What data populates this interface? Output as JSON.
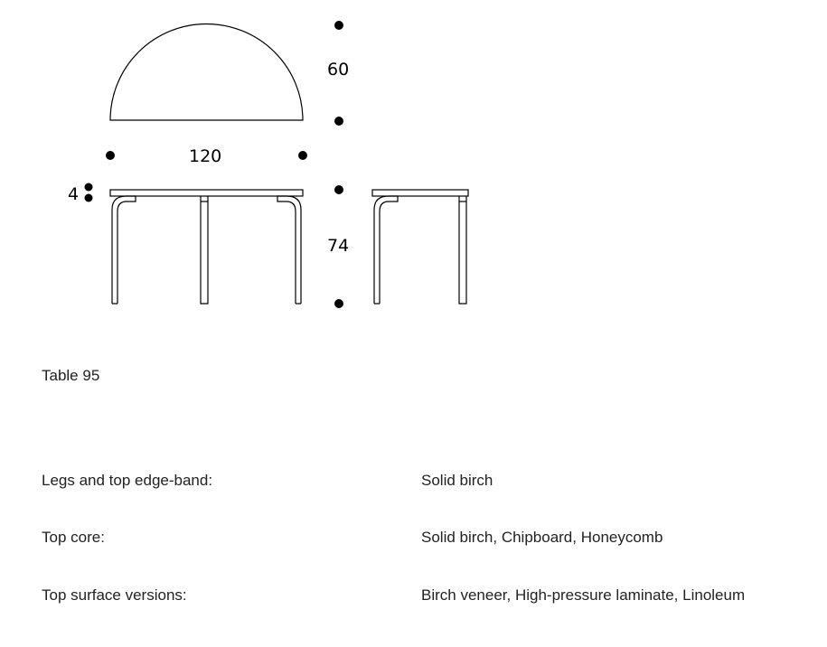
{
  "diagram": {
    "dimensions": {
      "width": "120",
      "depth": "60",
      "height": "74",
      "top_thickness": "4"
    }
  },
  "product": {
    "name": "Table 95"
  },
  "specs": [
    {
      "label": "Legs and top edge-band:",
      "value": "Solid birch"
    },
    {
      "label": "Top core:",
      "value": "Solid birch, Chipboard, Honeycomb"
    },
    {
      "label": "Top surface versions:",
      "value": "Birch veneer, High-pressure laminate, Linoleum"
    }
  ]
}
